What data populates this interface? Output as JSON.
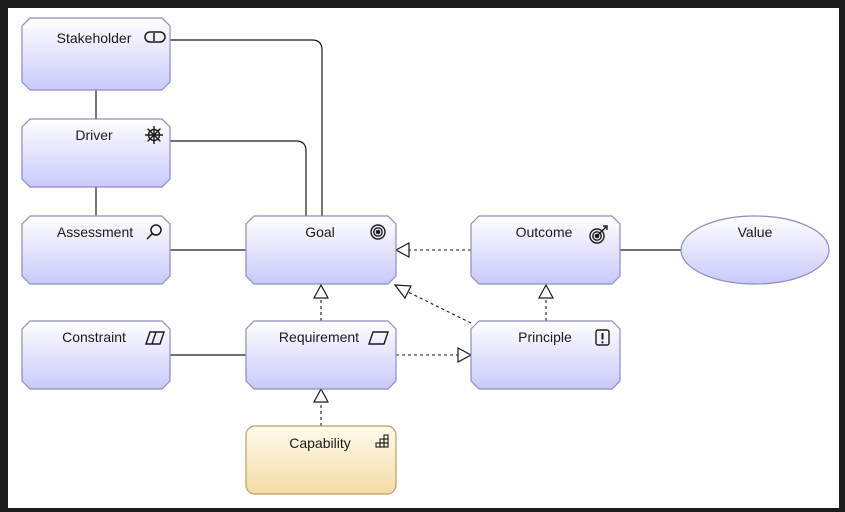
{
  "nodes": {
    "stakeholder": {
      "label": "Stakeholder",
      "icon": "stakeholder-icon"
    },
    "driver": {
      "label": "Driver",
      "icon": "driver-wheel-icon"
    },
    "assessment": {
      "label": "Assessment",
      "icon": "magnifier-icon"
    },
    "goal": {
      "label": "Goal",
      "icon": "target-icon"
    },
    "outcome": {
      "label": "Outcome",
      "icon": "target-arrow-icon"
    },
    "value": {
      "label": "Value"
    },
    "constraint": {
      "label": "Constraint",
      "icon": "parallelogram-double-icon"
    },
    "requirement": {
      "label": "Requirement",
      "icon": "parallelogram-icon"
    },
    "principle": {
      "label": "Principle",
      "icon": "exclamation-box-icon"
    },
    "capability": {
      "label": "Capability",
      "icon": "steps-icon"
    }
  },
  "colors": {
    "motivation_fill_top": "#ffffff",
    "motivation_fill_bottom": "#c9c9fb",
    "motivation_stroke": "#8c8cc0",
    "capability_fill_top": "#fffbee",
    "capability_fill_bottom": "#f4dca4",
    "capability_stroke": "#b9a063",
    "connector": "#1a1a1a"
  }
}
